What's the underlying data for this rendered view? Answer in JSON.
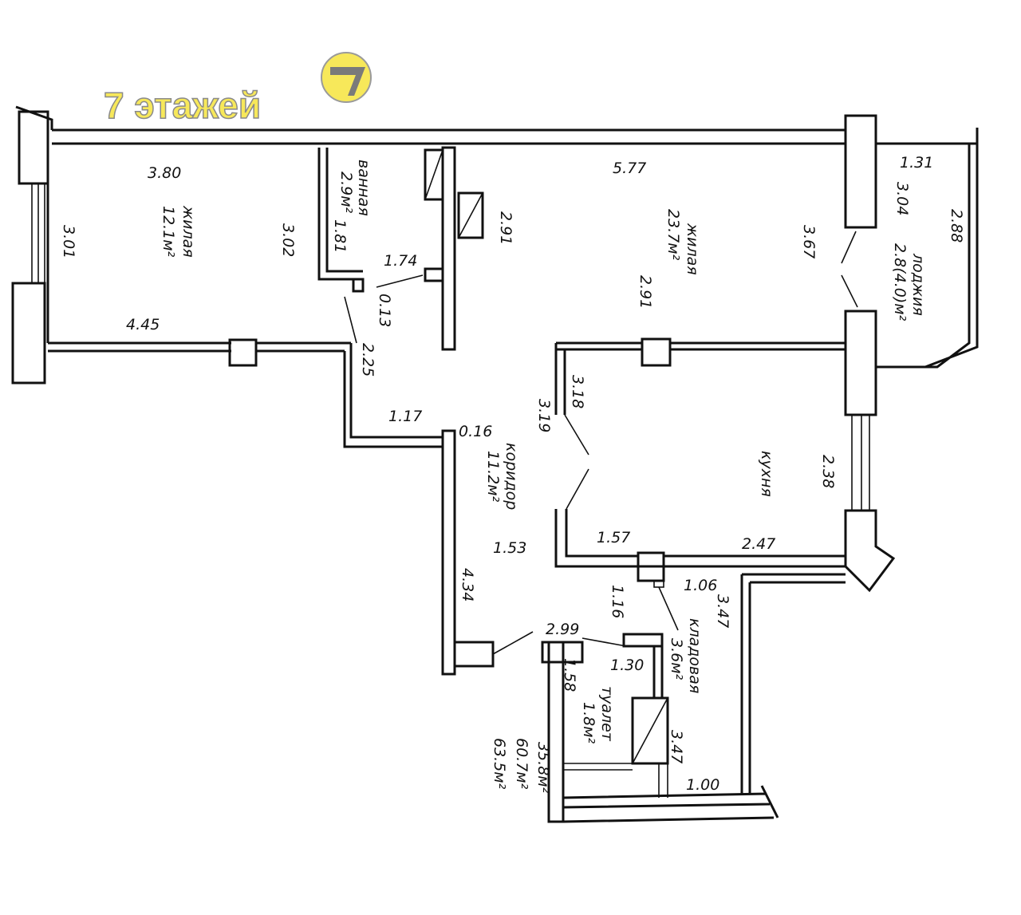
{
  "logo": {
    "text": "7 этажей",
    "badge": "7",
    "badge_color": "#f7e85a",
    "digit_color": "#7a7a7a"
  },
  "rooms": {
    "living1": {
      "name": "жилая",
      "area": "12.1м²"
    },
    "bath": {
      "name": "ванная",
      "area": "2.9м²"
    },
    "living2": {
      "name": "жилая",
      "area": "23.7м²"
    },
    "loggia": {
      "name": "лоджия",
      "area": "2.8(4.0)м²"
    },
    "corridor": {
      "name": "коридор",
      "area": "11.2м²"
    },
    "kitchen": {
      "name": "кухня"
    },
    "storage": {
      "name": "кладовая",
      "area": "3.6м²"
    },
    "toilet": {
      "name": "туалет",
      "area": "1.8м²"
    }
  },
  "totals": {
    "living": "35.8м²",
    "total": "60.7м²",
    "total_with_loggia": "63.5м²"
  },
  "dims": {
    "d380": "3.80",
    "d301": "3.01",
    "d302": "3.02",
    "d445": "4.45",
    "d181": "1.81",
    "d174": "1.74",
    "d013": "0.13",
    "d225": "2.25",
    "d117": "1.17",
    "d016": "0.16",
    "d291a": "2.91",
    "d577": "5.77",
    "d367": "3.67",
    "d291b": "2.91",
    "d131": "1.31",
    "d304": "3.04",
    "d288": "2.88",
    "d318": "3.18",
    "d319": "3.19",
    "d238": "2.38",
    "d157": "1.57",
    "d247": "2.47",
    "d153": "1.53",
    "d434": "4.34",
    "d106": "1.06",
    "d116": "1.16",
    "d347a": "3.47",
    "d299": "2.99",
    "d130": "1.30",
    "d158": "1.58",
    "d347b": "3.47",
    "d100": "1.00"
  }
}
